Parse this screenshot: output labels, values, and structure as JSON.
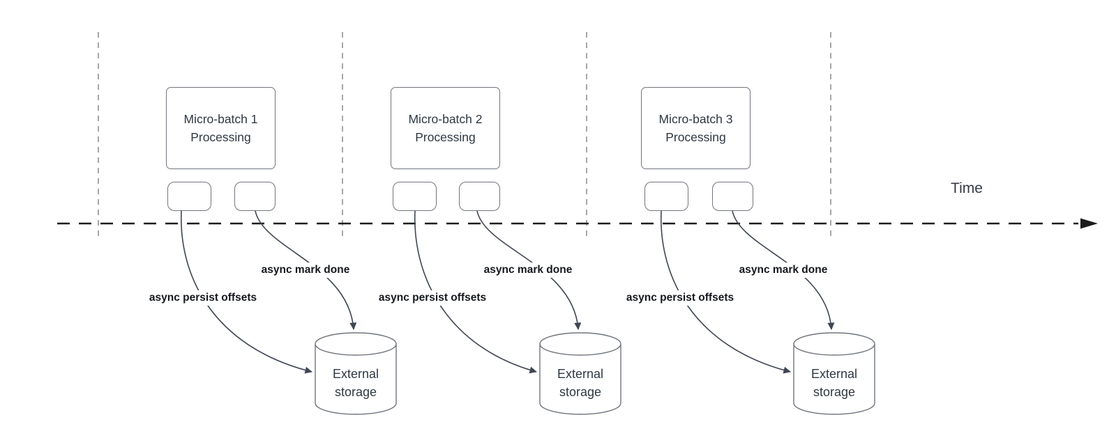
{
  "diagram_type": "micro-batch streaming timeline",
  "timeline": {
    "label": "Time"
  },
  "batches": [
    {
      "title": "Micro-batch 1",
      "subtitle": "Processing",
      "persist_label": "async persist offsets",
      "done_label": "async mark done",
      "storage": {
        "line1": "External",
        "line2": "storage"
      }
    },
    {
      "title": "Micro-batch 2",
      "subtitle": "Processing",
      "persist_label": "async persist offsets",
      "done_label": "async mark done",
      "storage": {
        "line1": "External",
        "line2": "storage"
      }
    },
    {
      "title": "Micro-batch 3",
      "subtitle": "Processing",
      "persist_label": "async persist offsets",
      "done_label": "async mark done",
      "storage": {
        "line1": "External",
        "line2": "storage"
      }
    }
  ],
  "colors": {
    "background": "#ffffff",
    "shape_border": "#70757d",
    "shape_text": "#2f3842",
    "edge_label_text": "#15181d",
    "arrow": "#3e4653",
    "timeline_axis": "#1c1c1c",
    "interval_gridline": "#a6a6ab"
  }
}
